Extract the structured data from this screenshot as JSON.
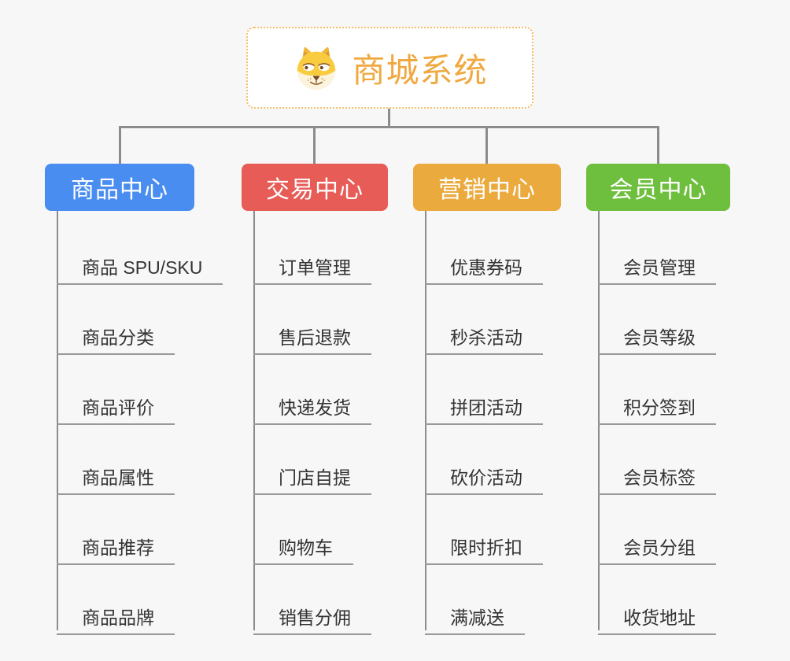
{
  "page": {
    "background_color": "#f7f7f7",
    "connector_color": "#8c8c8c",
    "leaf_underline_color": "#999999"
  },
  "root": {
    "title": "商城系统",
    "icon": "doge-icon",
    "title_color": "#f0a840",
    "border_color": "#f4bd65",
    "background_color": "#ffffff"
  },
  "branches": [
    {
      "label": "商品中心",
      "color": "#4a8df0",
      "items": [
        "商品 SPU/SKU",
        "商品分类",
        "商品评价",
        "商品属性",
        "商品推荐",
        "商品品牌"
      ]
    },
    {
      "label": "交易中心",
      "color": "#e75c57",
      "items": [
        "订单管理",
        "售后退款",
        "快递发货",
        "门店自提",
        "购物车",
        "销售分佣"
      ]
    },
    {
      "label": "营销中心",
      "color": "#ebaa3e",
      "items": [
        "优惠券码",
        "秒杀活动",
        "拼团活动",
        "砍价活动",
        "限时折扣",
        "满减送"
      ]
    },
    {
      "label": "会员中心",
      "color": "#6fbf3f",
      "items": [
        "会员管理",
        "会员等级",
        "积分签到",
        "会员标签",
        "会员分组",
        "收货地址"
      ]
    }
  ]
}
